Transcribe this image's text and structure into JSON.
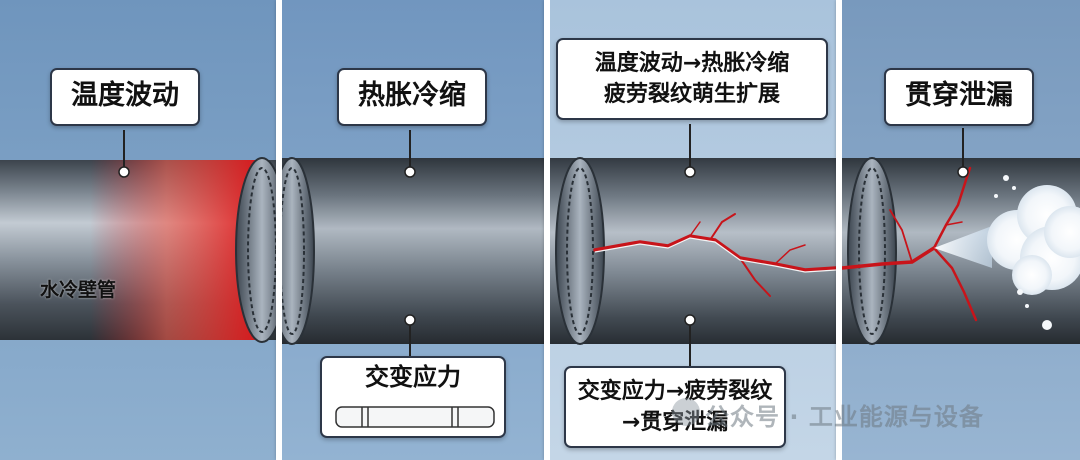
{
  "panels": [
    {
      "title": "温度波动",
      "pipe_label": "水冷壁管"
    },
    {
      "title": "热胀冷缩",
      "bottom_label": "交变应力"
    },
    {
      "title_lines": [
        "温度波动→热胀冷缩",
        "疲劳裂纹萌生扩展"
      ],
      "bottom_lines": [
        "交变应力→疲劳裂纹",
        "→贯穿泄漏"
      ]
    },
    {
      "title": "贯穿泄漏"
    }
  ],
  "watermark": "公众号 · 工业能源与设备",
  "icons": [
    "pipe",
    "weld-joint",
    "heat-glow",
    "crack",
    "steam-jet"
  ],
  "colors": {
    "heat": "#e0161a",
    "crack": "#c8141a",
    "background": "#7ea1c4",
    "pipe": "#5d6670"
  }
}
